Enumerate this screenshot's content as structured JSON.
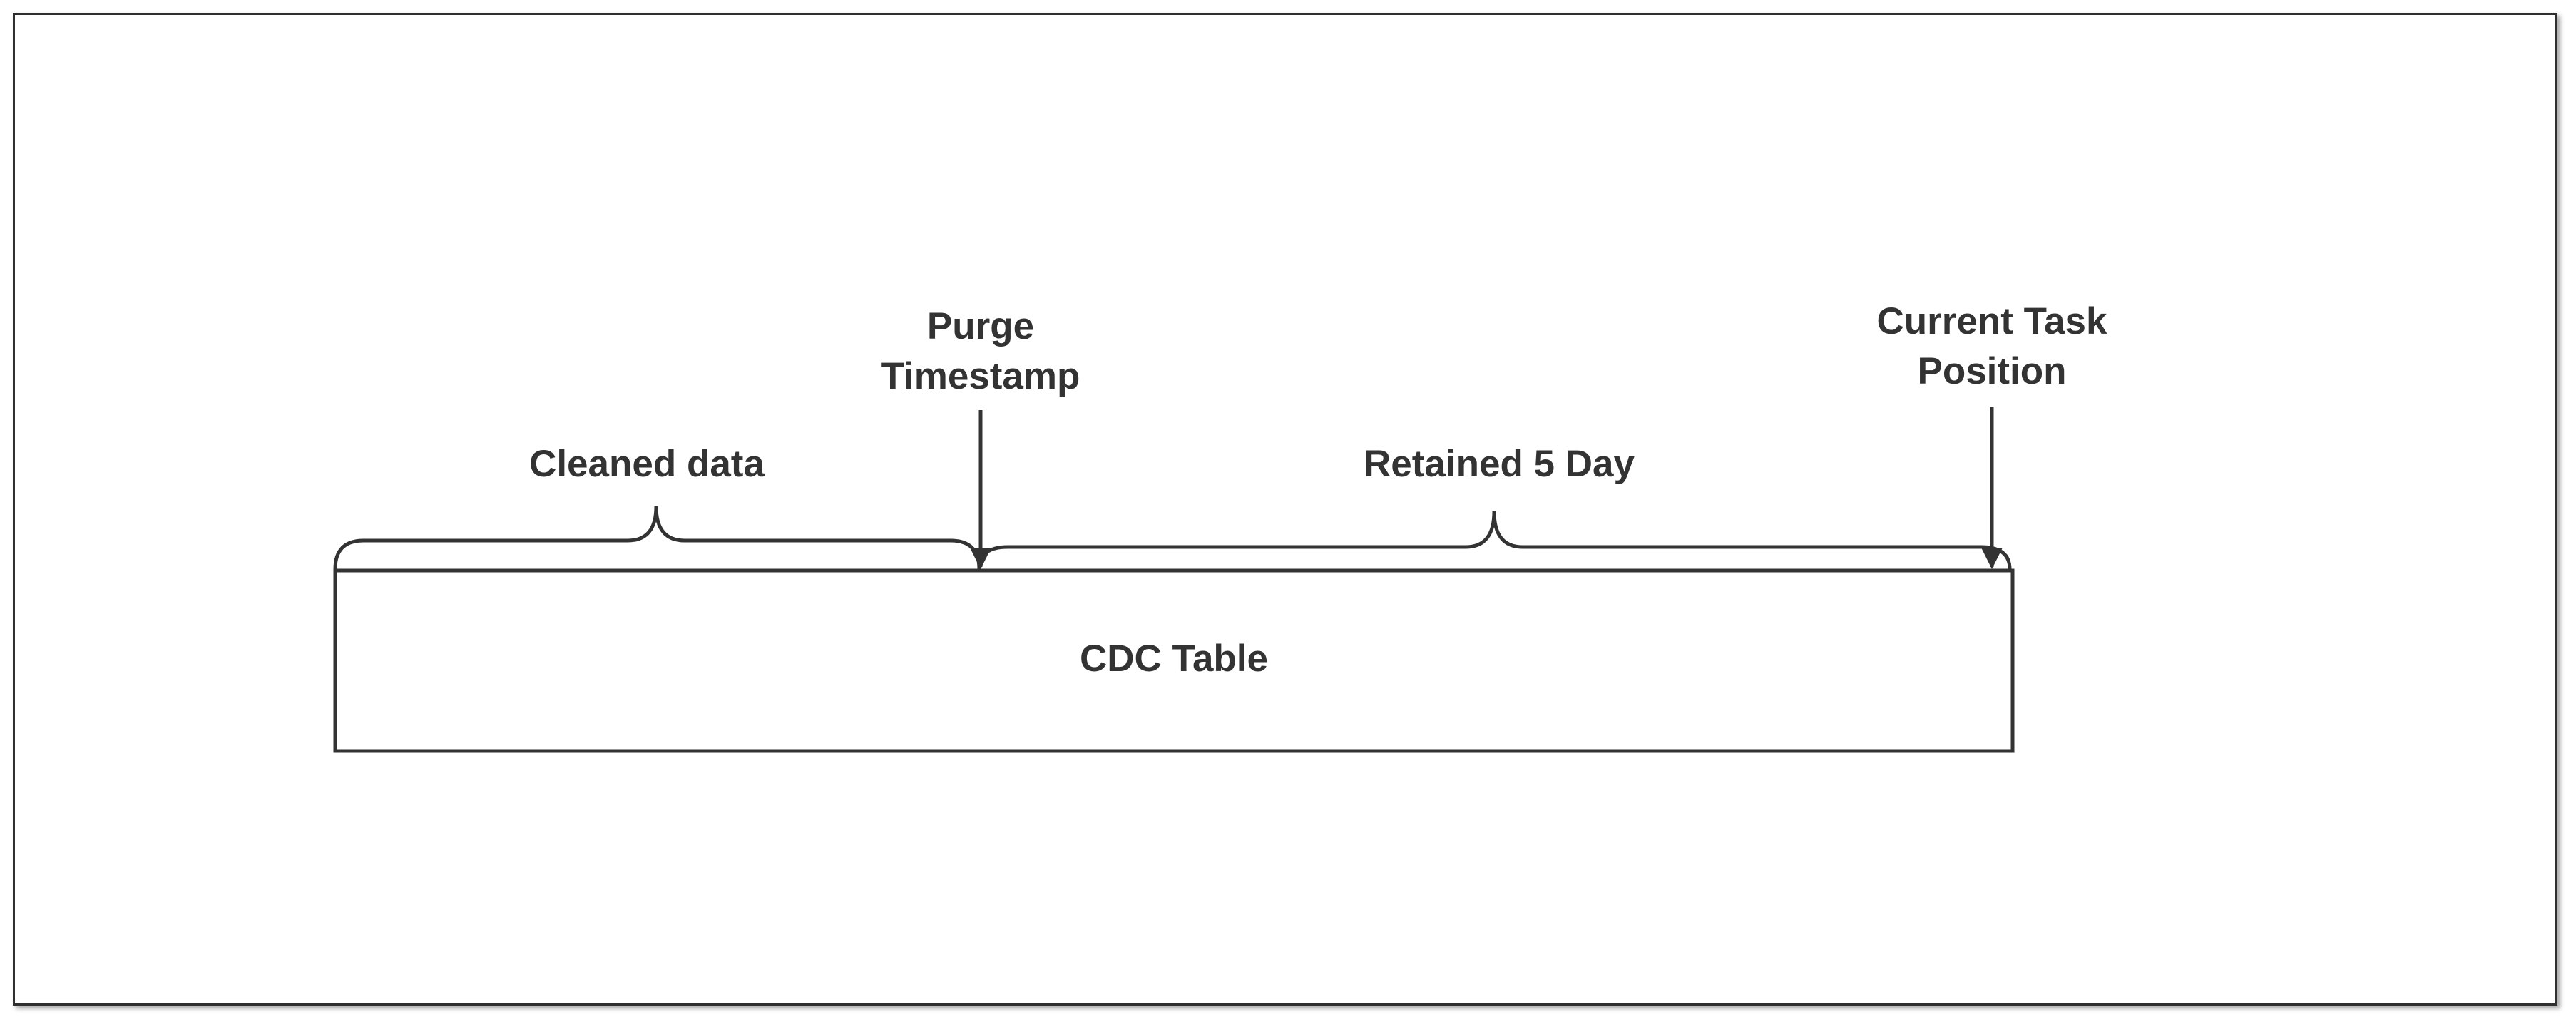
{
  "diagram": {
    "table_label": "CDC Table",
    "cleaned_label": "Cleaned data",
    "retained_label": "Retained 5 Day",
    "purge_label_line1": "Purge",
    "purge_label_line2": "Timestamp",
    "current_label_line1": "Current Task",
    "current_label_line2": "Position"
  }
}
